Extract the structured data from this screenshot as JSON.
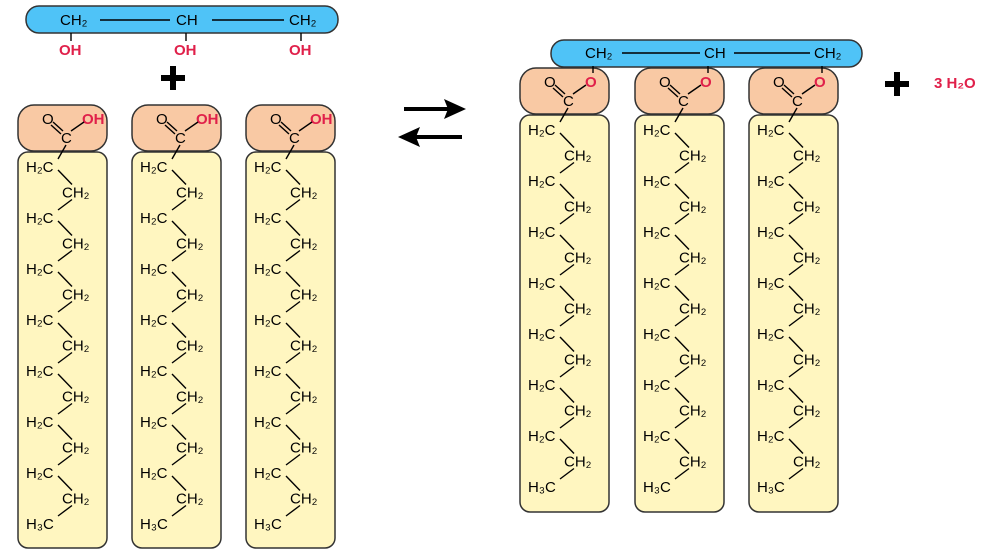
{
  "colors": {
    "glycerol_fill": "#4fc3f7",
    "head_fill": "#f9c9a4",
    "chain_fill": "#fff6c0",
    "outline": "#333333",
    "hydroxyl": "#e0204a",
    "bond": "#000000"
  },
  "glycerol": {
    "end_carbon": "CH₂",
    "middle_carbon": "CH",
    "hydroxyl": "OH"
  },
  "fatty_acid": {
    "carbonyl_oxygen": "O",
    "carbon": "C",
    "acid_hydroxyl": "OH",
    "ester_oxygen": "O",
    "methylene_left": "H₂C",
    "methylene_right": "CH₂",
    "methyl": "H₃C",
    "count": 3
  },
  "reaction": {
    "plus_sign": "+",
    "arrow_type": "equilibrium",
    "byproduct": "3 H₂O"
  }
}
